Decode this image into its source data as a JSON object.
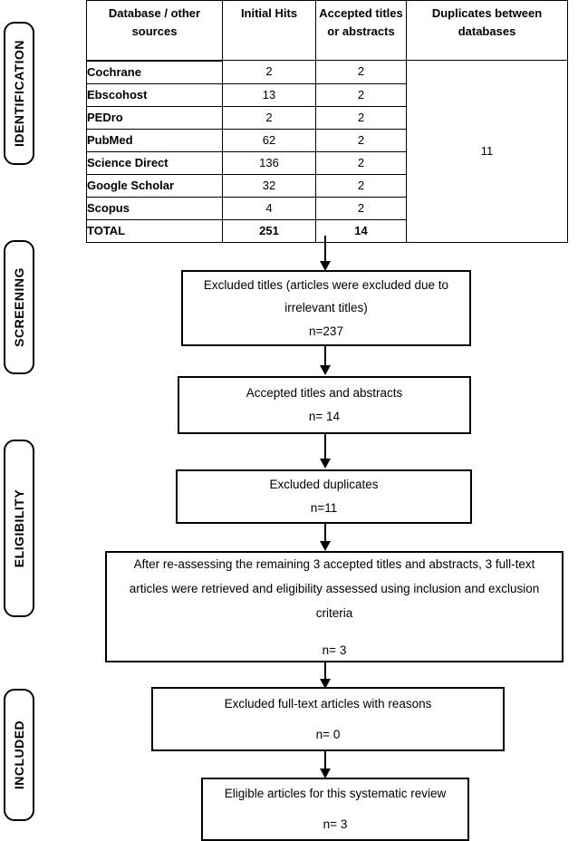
{
  "stages": [
    {
      "label": "IDENTIFICATION"
    },
    {
      "label": "SCREENING"
    },
    {
      "label": "ELIGIBILITY"
    },
    {
      "label": "INCLUDED"
    }
  ],
  "table": {
    "headers": [
      "Database / other sources",
      "Initial Hits",
      "Accepted titles or abstracts",
      "Duplicates between databases"
    ],
    "rows": [
      {
        "source": "Cochrane",
        "initial_hits": "2",
        "accepted": "2"
      },
      {
        "source": "Ebscohost",
        "initial_hits": "13",
        "accepted": "2"
      },
      {
        "source": "PEDro",
        "initial_hits": "2",
        "accepted": "2"
      },
      {
        "source": "PubMed",
        "initial_hits": "62",
        "accepted": "2"
      },
      {
        "source": "Science Direct",
        "initial_hits": "136",
        "accepted": "2"
      },
      {
        "source": "Google Scholar",
        "initial_hits": "32",
        "accepted": "2"
      },
      {
        "source": "Scopus",
        "initial_hits": "4",
        "accepted": "2"
      }
    ],
    "total": {
      "source": "TOTAL",
      "initial_hits": "251",
      "accepted": "14"
    },
    "duplicates_between_databases": "11"
  },
  "boxes": {
    "excluded_titles": {
      "text": "Excluded titles (articles were excluded due to irrelevant titles)",
      "n": "n=237"
    },
    "accepted_titles_abstracts": {
      "text": "Accepted titles and abstracts",
      "n": "n= 14"
    },
    "excluded_duplicates": {
      "text": "Excluded duplicates",
      "n": "n=11"
    },
    "reassessment": {
      "text": "After re-assessing the remaining 3 accepted titles and abstracts, 3 full-text articles were retrieved and eligibility assessed using inclusion and exclusion criteria",
      "n": "n= 3"
    },
    "excluded_fulltext": {
      "text": "Excluded full-text articles with reasons",
      "n": "n= 0"
    },
    "eligible_articles": {
      "text": "Eligible articles for this systematic review",
      "n": "n= 3"
    }
  },
  "colors": {
    "stroke": "#000000",
    "background": "#ffffff"
  }
}
